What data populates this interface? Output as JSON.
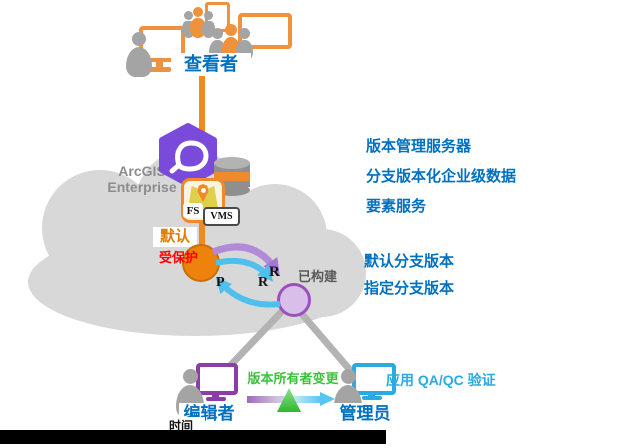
{
  "colors": {
    "blue_text": "#0070C0",
    "orange": "#F0913C",
    "orange_line": "#EF8A1E",
    "red_text": "#FF0000",
    "green_text": "#3CC13C",
    "cyan_text": "#29ABE2",
    "purple_logo": "#7A4BDB",
    "purple_node": "#9C50C0",
    "cloud_gray": "#D8D8D8"
  },
  "top": {
    "viewers_label": "查看者"
  },
  "platform": {
    "name_line1": "ArcGIS",
    "name_line2": "Enterprise",
    "fs_badge": "FS",
    "vms_badge": "VMS"
  },
  "versions": {
    "default_label": "默认",
    "protected_label": "受保护",
    "built_label": "已构建",
    "post_label": "P",
    "reconcile_label": "R",
    "reconcile2_label": "R"
  },
  "annotations": {
    "version_server": "版本管理服务器",
    "branch_geodatabase": "分支版本化企业级数据",
    "feature_service": "要素服务",
    "default_branch": "默认分支版本",
    "named_branch": "指定分支版本",
    "owner_change": "版本所有者变更",
    "qaqc": "应用 QA/QC 验证"
  },
  "actors": {
    "editor_label": "编辑者",
    "admin_label": "管理员"
  },
  "timeline": {
    "time_label": "时间"
  }
}
